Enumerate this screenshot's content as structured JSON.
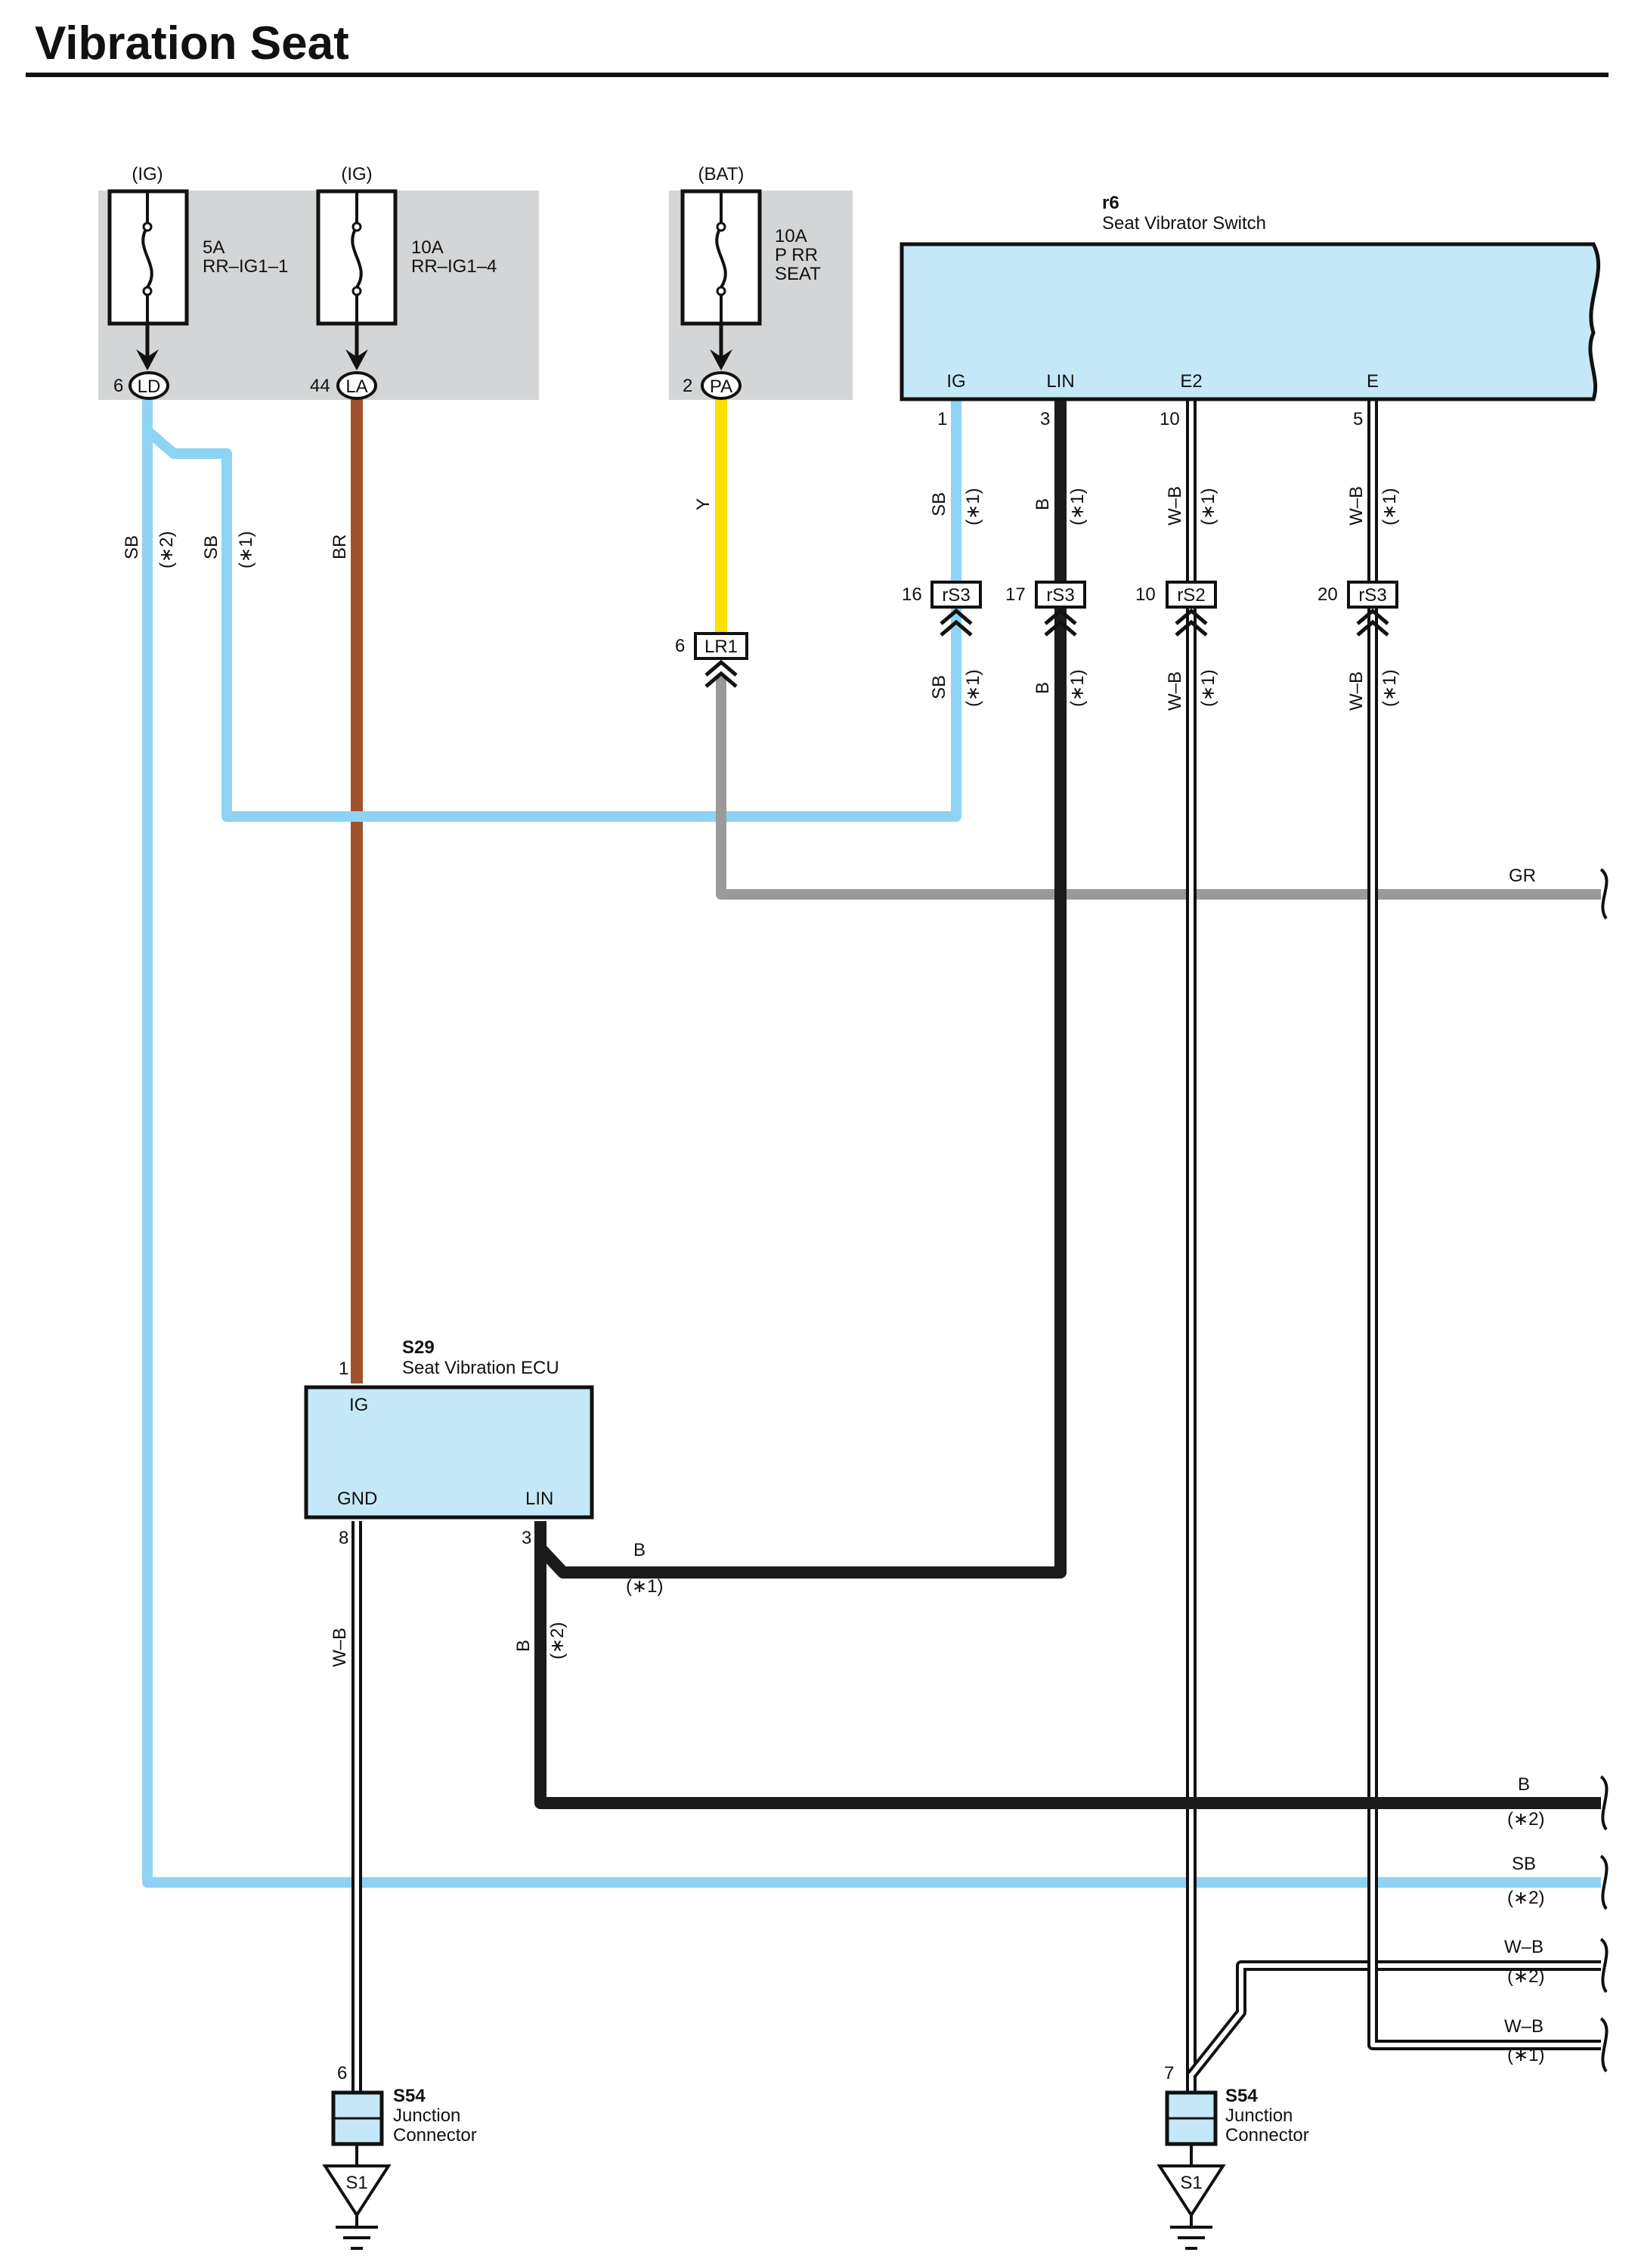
{
  "title": "Vibration Seat",
  "fuses": [
    {
      "source": "(IG)",
      "rating": "5A",
      "name1": "RR–IG1–1",
      "name2": "",
      "name3": "",
      "pin": "6",
      "connector": "LD"
    },
    {
      "source": "(IG)",
      "rating": "10A",
      "name1": "RR–IG1–4",
      "name2": "",
      "name3": "",
      "pin": "44",
      "connector": "LA"
    },
    {
      "source": "(BAT)",
      "rating": "10A",
      "name1": "P RR",
      "name2": "SEAT",
      "name3": "",
      "pin": "2",
      "connector": "PA"
    }
  ],
  "switch": {
    "code": "r6",
    "name": "Seat Vibrator Switch",
    "terminals": [
      {
        "label": "IG",
        "pin": "1"
      },
      {
        "label": "LIN",
        "pin": "3"
      },
      {
        "label": "E2",
        "pin": "10"
      },
      {
        "label": "E",
        "pin": "5"
      }
    ]
  },
  "ecu": {
    "code": "S29",
    "name": "Seat Vibration ECU",
    "ig_label": "IG",
    "ig_pin": "1",
    "gnd_label": "GND",
    "gnd_pin": "8",
    "lin_label": "LIN",
    "lin_pin": "3"
  },
  "inline_connectors": [
    {
      "pin": "16",
      "name": "rS3"
    },
    {
      "pin": "17",
      "name": "rS3"
    },
    {
      "pin": "10",
      "name": "rS2"
    },
    {
      "pin": "20",
      "name": "rS3"
    },
    {
      "pin": "6",
      "name": "LR1"
    }
  ],
  "wire_labels": {
    "sb": "SB",
    "br": "BR",
    "y": "Y",
    "b": "B",
    "wb": "W–B",
    "gr": "GR",
    "n1": "(∗1)",
    "n2": "(∗2)"
  },
  "junctions": [
    {
      "code": "S54",
      "line1": "Junction",
      "line2": "Connector",
      "pin": "6",
      "ground": "S1"
    },
    {
      "code": "S54",
      "line1": "Junction",
      "line2": "Connector",
      "pin": "7",
      "ground": "S1"
    }
  ],
  "colors": {
    "SB": "#8fd3f4",
    "BR": "#a0522d",
    "Y": "#ffe000",
    "B": "#1b1b1b",
    "GR": "#9a9a9a",
    "W-B": "#ffffff",
    "component_fill": "#c5e8f8",
    "fuse_block": "#d4d5d6"
  }
}
